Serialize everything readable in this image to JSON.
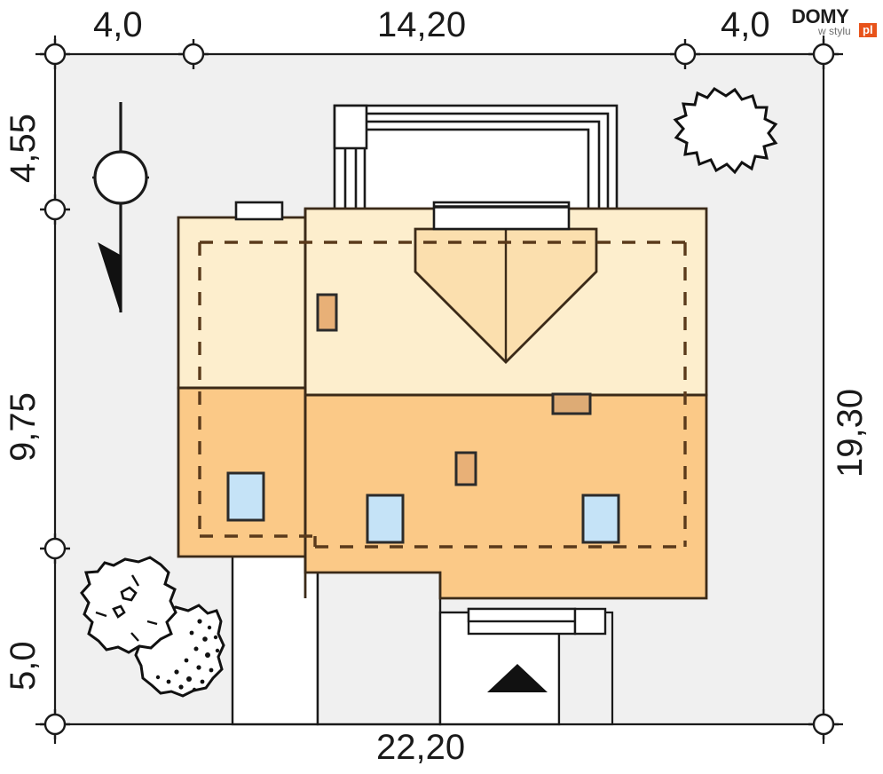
{
  "drawing": {
    "type": "architectural-site-plan",
    "title": "Site plan / plot development drawing",
    "units": "meters"
  },
  "logo": {
    "brand": "DOMY",
    "tagline": "w stylu",
    "domain": "pl"
  },
  "dimensions": {
    "top": [
      {
        "name": "setback-left",
        "value": "4,0"
      },
      {
        "name": "building-width",
        "value": "14,20"
      },
      {
        "name": "setback-right",
        "value": "4,0"
      }
    ],
    "left": [
      {
        "name": "setback-top",
        "value": "4,55"
      },
      {
        "name": "building-depth",
        "value": "9,75"
      },
      {
        "name": "setback-bottom",
        "value": "5,0"
      }
    ],
    "right": [
      {
        "name": "plot-depth",
        "value": "19,30"
      }
    ],
    "bottom": [
      {
        "name": "plot-width",
        "value": "22,20"
      }
    ]
  },
  "colors": {
    "plot_fill": "#f0f0f0",
    "plot_stroke": "#1a1a1a",
    "roof_light": "#fdeecd",
    "roof_mid": "#fbdfae",
    "roof_dark": "#fbc987",
    "roof_stroke": "#3b2a18",
    "skylight": "#c5e3f7",
    "chimney": "#e0a86a",
    "accent": "#e8531a",
    "dashed_outline": "#5a3a1b",
    "terrace_fill": "#ffffff",
    "text": "#1a1a1a"
  },
  "features": {
    "north_arrow": {
      "name": "north-arrow",
      "label": ""
    },
    "trees": [
      {
        "name": "tree-top-right",
        "style": "plain"
      },
      {
        "name": "tree-bottom-left-a",
        "style": "plain"
      },
      {
        "name": "tree-bottom-left-b",
        "style": "stippled"
      }
    ],
    "skylights": [
      {
        "name": "skylight-left"
      },
      {
        "name": "skylight-center"
      },
      {
        "name": "skylight-right"
      }
    ],
    "chimneys": [
      {
        "name": "chimney-upper-left"
      },
      {
        "name": "chimney-center"
      },
      {
        "name": "chimney-right"
      }
    ],
    "entry_marker": {
      "name": "entry-direction-arrow",
      "shape": "triangle"
    },
    "driveway": {
      "name": "driveway"
    },
    "terrace": {
      "name": "terrace-steps"
    },
    "dormer": {
      "name": "roof-dormer-hipped"
    },
    "corner_markers": [
      {
        "name": "plot-corner-top-left"
      },
      {
        "name": "plot-corner-top-mid"
      },
      {
        "name": "plot-corner-top-right-inner"
      },
      {
        "name": "plot-corner-top-right"
      },
      {
        "name": "plot-corner-left-upper"
      },
      {
        "name": "plot-corner-left-lower"
      },
      {
        "name": "plot-corner-bottom-left"
      },
      {
        "name": "plot-corner-bottom-right"
      }
    ]
  }
}
